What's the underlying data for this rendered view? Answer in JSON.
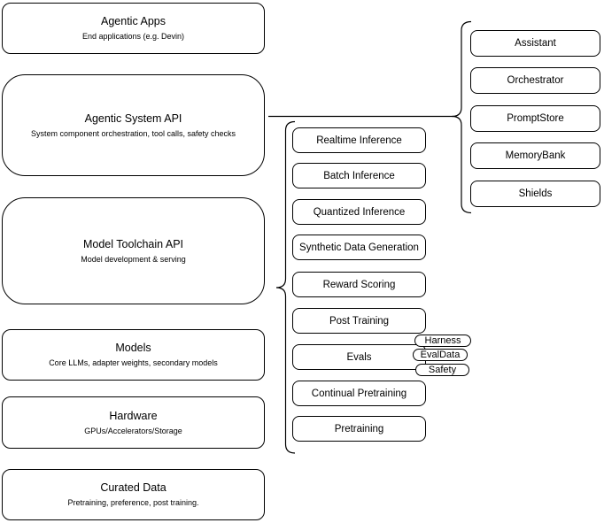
{
  "canvas": {
    "background": "#ffffff",
    "stroke_color": "#000000",
    "text_color": "#000000"
  },
  "stack": [
    {
      "title": "Agentic Apps",
      "subtitle": "End applications (e.g. Devin)"
    },
    {
      "title": "Agentic System API",
      "subtitle": "System component orchestration, tool calls, safety checks"
    },
    {
      "title": "Model Toolchain API",
      "subtitle": "Model development & serving"
    },
    {
      "title": "Models",
      "subtitle": "Core LLMs, adapter weights, secondary models"
    },
    {
      "title": "Hardware",
      "subtitle": "GPUs/Accelerators/Storage"
    },
    {
      "title": "Curated Data",
      "subtitle": "Pretraining, preference, post training."
    }
  ],
  "toolchain_services": [
    {
      "label": "Realtime Inference"
    },
    {
      "label": "Batch Inference"
    },
    {
      "label": "Quantized Inference"
    },
    {
      "label": "Synthetic Data Generation"
    },
    {
      "label": "Reward Scoring"
    },
    {
      "label": "Post Training"
    },
    {
      "label": "Evals"
    },
    {
      "label": "Continual Pretraining"
    },
    {
      "label": "Pretraining"
    }
  ],
  "eval_tags": [
    {
      "label": "Harness"
    },
    {
      "label": "EvalData"
    },
    {
      "label": "Safety"
    }
  ],
  "system_components": [
    {
      "label": "Assistant"
    },
    {
      "label": "Orchestrator"
    },
    {
      "label": "PromptStore"
    },
    {
      "label": "MemoryBank"
    },
    {
      "label": "Shields"
    }
  ]
}
